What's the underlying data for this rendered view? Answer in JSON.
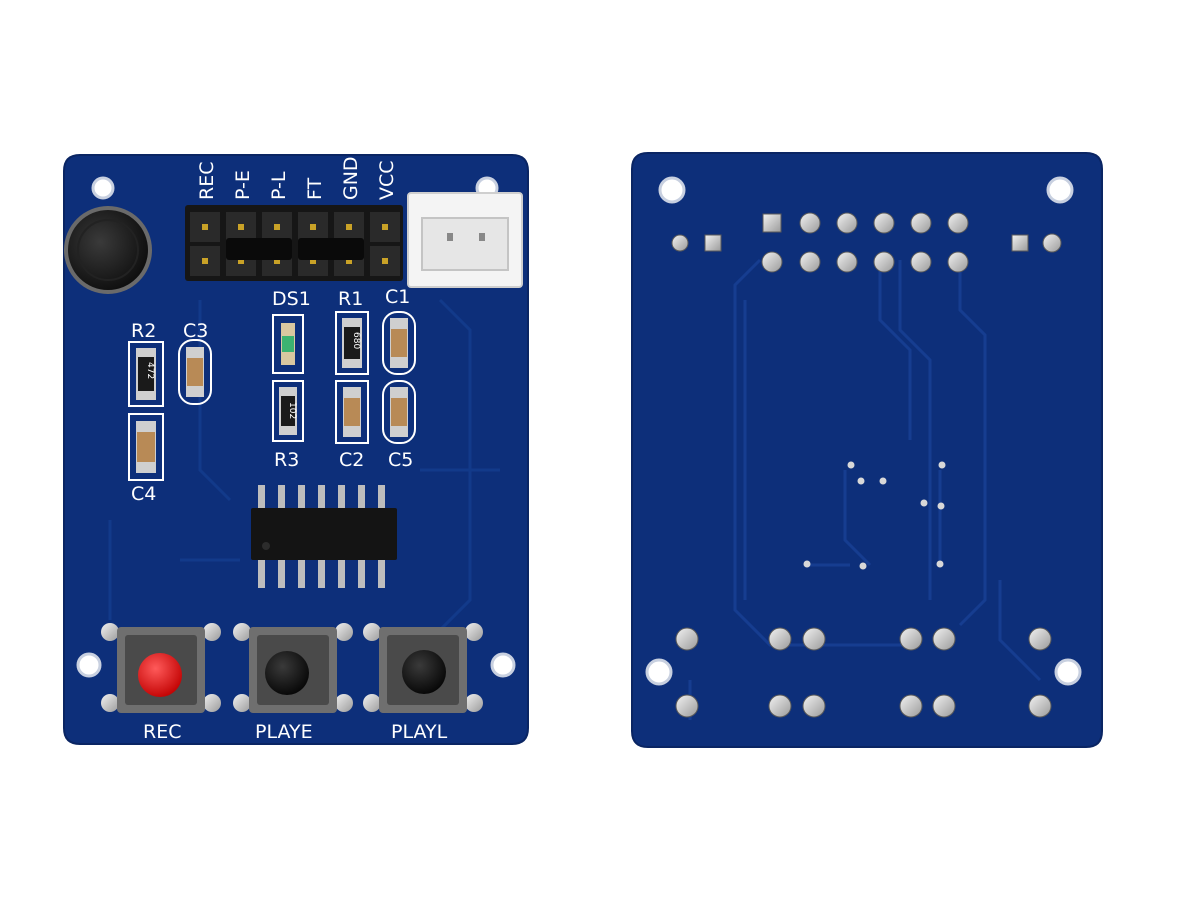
{
  "front_board": {
    "header_pins": [
      "REC",
      "P-E",
      "P-L",
      "FT",
      "GND",
      "VCC"
    ],
    "components": {
      "ds1": "DS1",
      "r1": "R1",
      "c1": "C1",
      "r2": "R2",
      "c3": "C3",
      "r3": "R3",
      "c2": "C2",
      "c5": "C5",
      "c4": "C4"
    },
    "resistor_markings": {
      "r2": "472",
      "r1": "680",
      "r3": "102"
    },
    "buttons": [
      "REC",
      "PLAYE",
      "PLAYL"
    ]
  },
  "colors": {
    "pcb": "#0d2f7a",
    "silkscreen": "#ffffff",
    "rec_button": "#e01818",
    "play_button": "#101010"
  }
}
